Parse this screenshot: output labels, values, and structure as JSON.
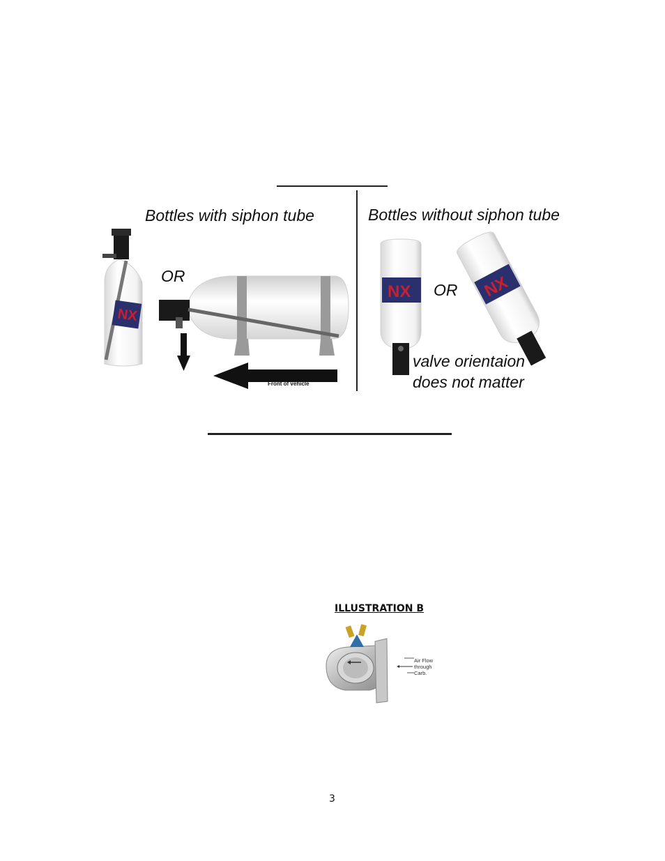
{
  "figure": {
    "left_title": "Bottles with siphon tube",
    "right_title": "Bottles without siphon tube",
    "or_left": "OR",
    "or_right": "OR",
    "front_label": "Front of vehicle",
    "note_line1": "valve orientaion",
    "note_line2": "does not matter",
    "logo_text": "NX"
  },
  "illustration_b": {
    "heading": "ILLUSTRATION B",
    "airflow_lines": [
      "Air Flow",
      "through",
      "Carb."
    ]
  },
  "footer": {
    "page_number": "3"
  },
  "colors": {
    "logo_red": "#c8202f",
    "logo_navy": "#2a2f6e",
    "black": "#111111"
  }
}
